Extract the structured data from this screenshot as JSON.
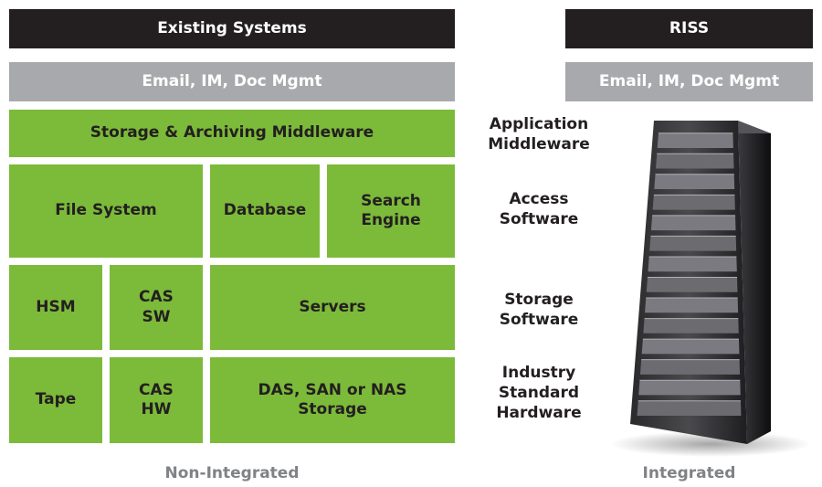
{
  "left": {
    "header": "Existing Systems",
    "apps_bar": "Email, IM, Doc Mgmt",
    "middleware": "Storage & Archiving Middleware",
    "file_system": "File System",
    "database": "Database",
    "search_engine": "Search\nEngine",
    "hsm": "HSM",
    "cas_sw": "CAS\nSW",
    "servers": "Servers",
    "tape": "Tape",
    "cas_hw": "CAS\nHW",
    "storage": "DAS, SAN or NAS\nStorage",
    "footer": "Non-Integrated"
  },
  "right": {
    "header": "RISS",
    "apps_bar": "Email, IM, Doc Mgmt",
    "layers": [
      "Application\nMiddleware",
      "Access\nSoftware",
      "Storage\nSoftware",
      "Industry\nStandard\nHardware"
    ],
    "footer": "Integrated"
  },
  "colors": {
    "header_bg": "#231f20",
    "apps_bg": "#a7a9ac",
    "component_bg": "#7cba3a"
  },
  "icons": [
    "server-rack-image"
  ]
}
